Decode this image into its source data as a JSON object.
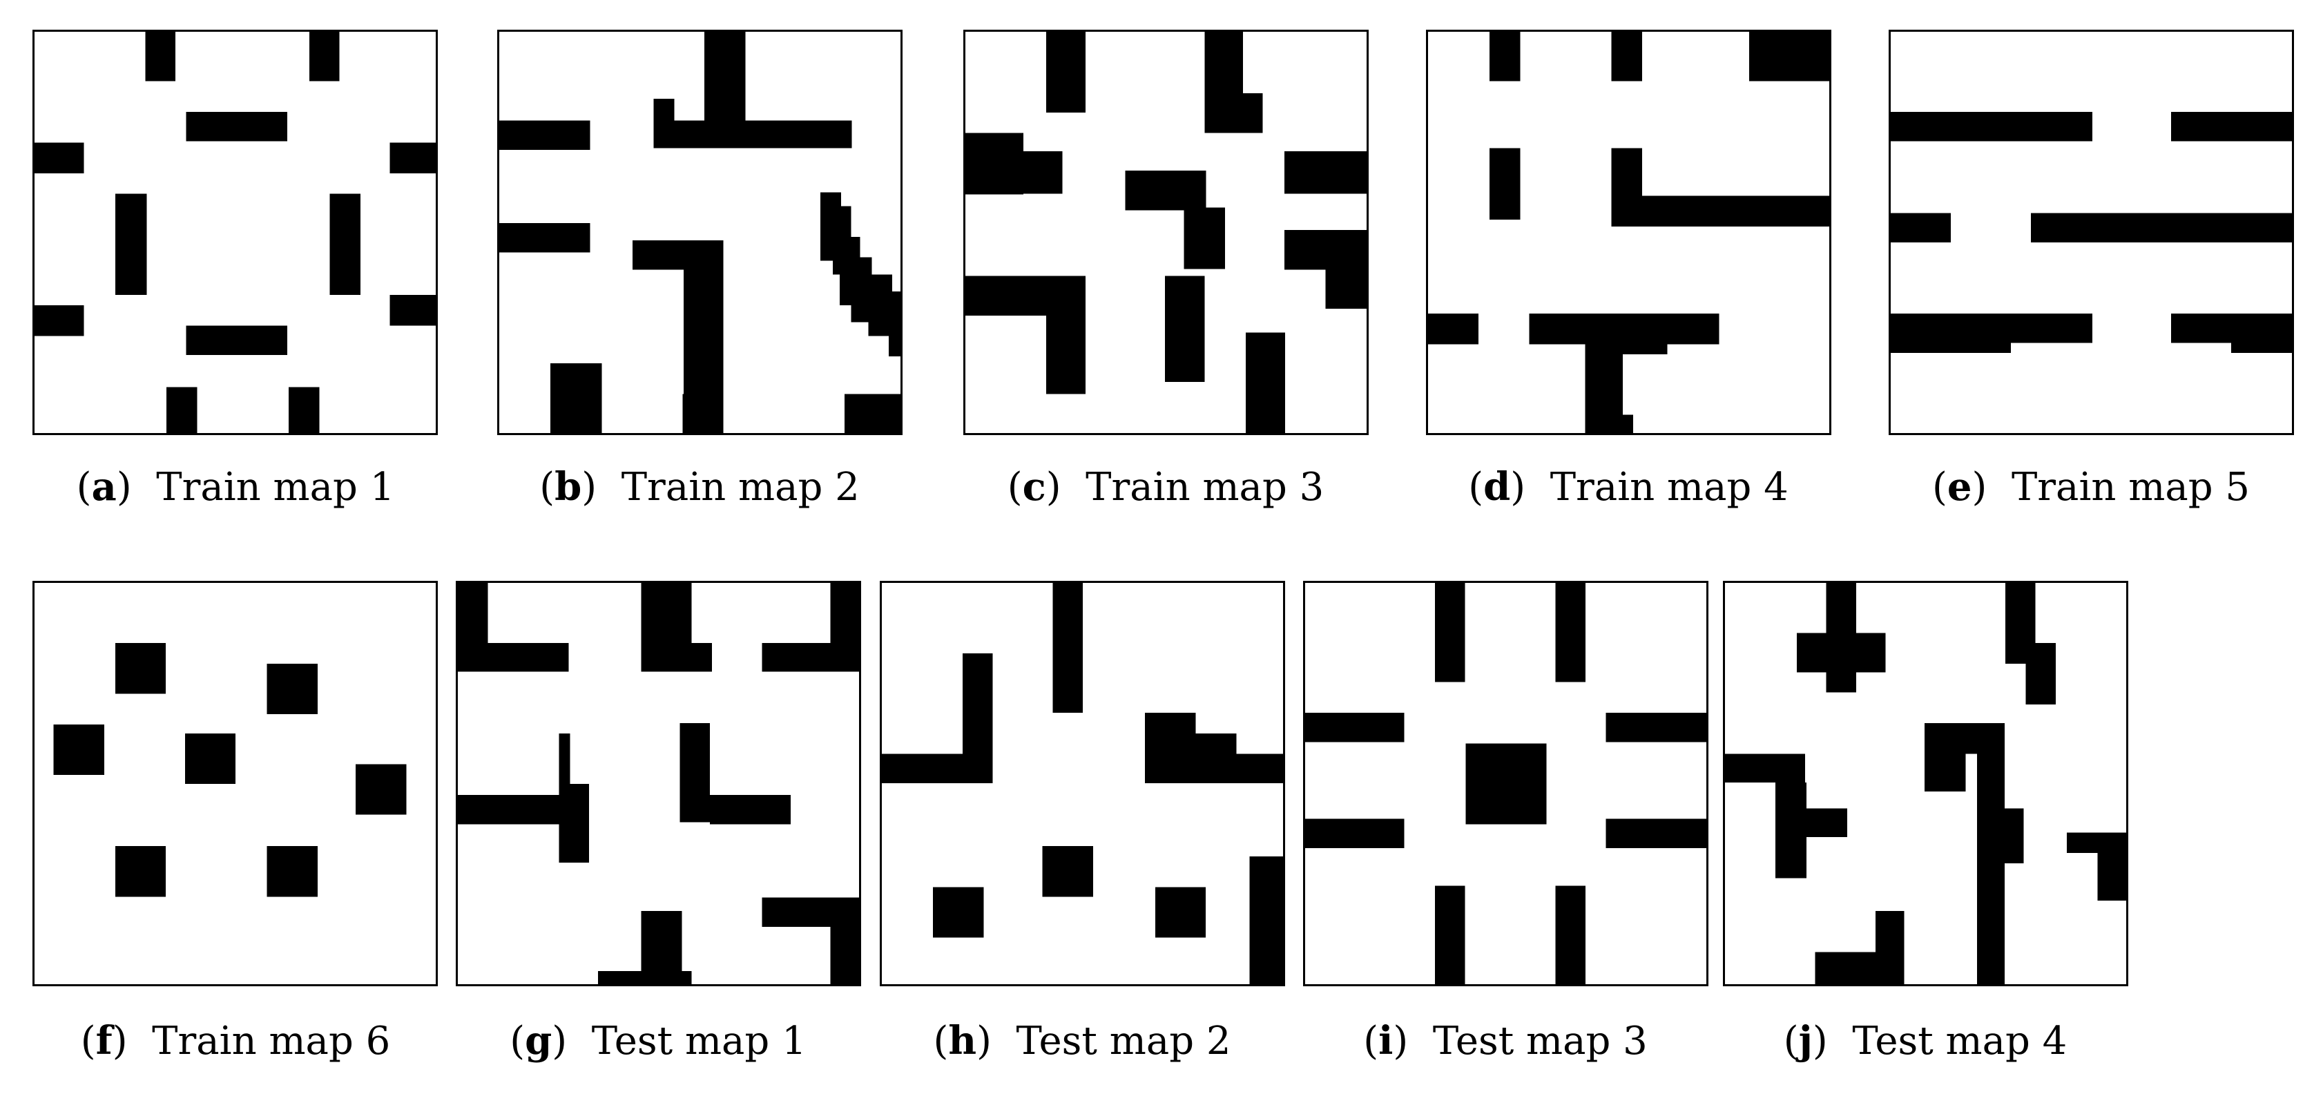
{
  "colors": {
    "obstacle": "#000000",
    "free": "#ffffff"
  },
  "maps": [
    {
      "letter": "a",
      "label": "Train map 1"
    },
    {
      "letter": "b",
      "label": "Train map 2"
    },
    {
      "letter": "c",
      "label": "Train map 3"
    },
    {
      "letter": "d",
      "label": "Train map 4"
    },
    {
      "letter": "e",
      "label": "Train map 5"
    },
    {
      "letter": "f",
      "label": "Train map 6"
    },
    {
      "letter": "g",
      "label": "Test map 1"
    },
    {
      "letter": "h",
      "label": "Test map 2"
    },
    {
      "letter": "i",
      "label": "Test map 3"
    },
    {
      "letter": "j",
      "label": "Test map 4"
    }
  ]
}
